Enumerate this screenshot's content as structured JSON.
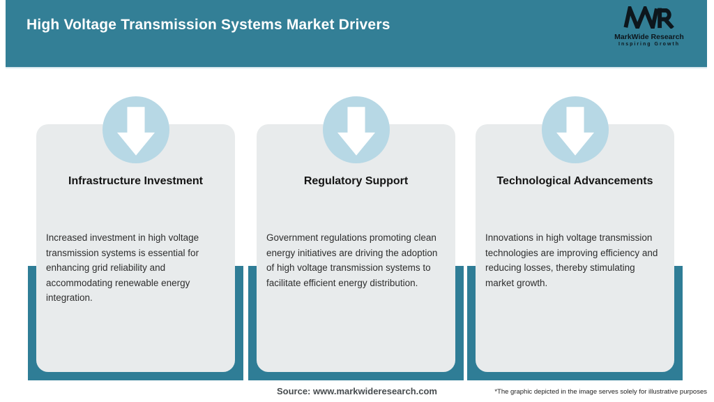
{
  "header": {
    "title": "High Voltage Transmission Systems Market Drivers",
    "logo": {
      "monogram": "MWR",
      "name": "MarkWide Research",
      "tagline": "Inspiring Growth"
    }
  },
  "cards": [
    {
      "title": "Infrastructure Investment",
      "body": "Increased investment in high voltage transmission systems is essential for enhancing grid reliability and accommodating renewable energy integration."
    },
    {
      "title": "Regulatory Support",
      "body": "Government regulations promoting clean energy initiatives are driving the adoption of high voltage transmission systems to facilitate efficient energy distribution."
    },
    {
      "title": "Technological Advancements",
      "body": "Innovations in high voltage transmission technologies are improving efficiency and reducing losses, thereby stimulating market growth."
    }
  ],
  "footer": {
    "source": "Source: www.markwideresearch.com",
    "disclaimer": "*The graphic depicted in the image serves solely for illustrative purposes"
  },
  "icons": {
    "card_icon": "arrow-down-icon"
  },
  "colors": {
    "header_teal": "#337f96",
    "accent_band_teal": "#2f7d96",
    "circle_blue": "#b7d8e5",
    "card_gray": "#e8ebec",
    "title_text": "#ffffff",
    "logo_black": "#0d161c",
    "body_text": "#2d2d2d",
    "source_text": "#474c4f"
  }
}
